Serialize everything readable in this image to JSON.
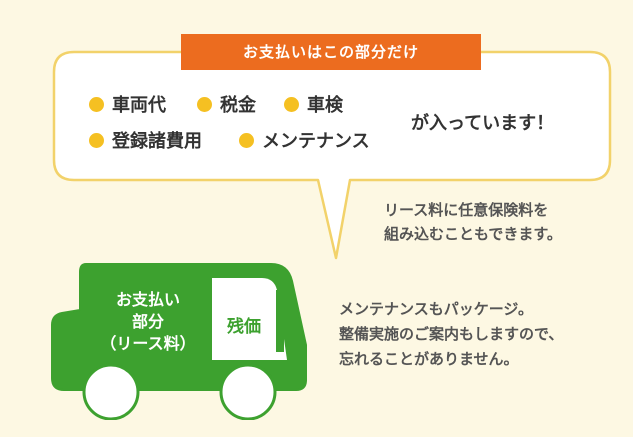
{
  "banner": {
    "label": "お支払いはこの部分だけ"
  },
  "items": [
    {
      "label": "車両代"
    },
    {
      "label": "税金"
    },
    {
      "label": "車検"
    },
    {
      "label": "登録諸費用"
    },
    {
      "label": "メンテナンス"
    }
  ],
  "items_suffix": "が入っています！",
  "note_insurance": {
    "line1": "リース料に任意保険料を",
    "line2": "組み込むこともできます。"
  },
  "car": {
    "payment_line1": "お支払い",
    "payment_line2": "部分",
    "payment_line3": "（リース料）",
    "residual_label": "残価"
  },
  "note_maintenance": {
    "line1": "メンテナンスもパッケージ。",
    "line2": "整備実施のご案内もしますので、",
    "line3": "忘れることがありません。"
  },
  "colors": {
    "background": "#fdf8e3",
    "bubble_border": "#f2d26a",
    "banner": "#ec6c1f",
    "dot": "#f5c022",
    "car_green": "#3da12f"
  }
}
